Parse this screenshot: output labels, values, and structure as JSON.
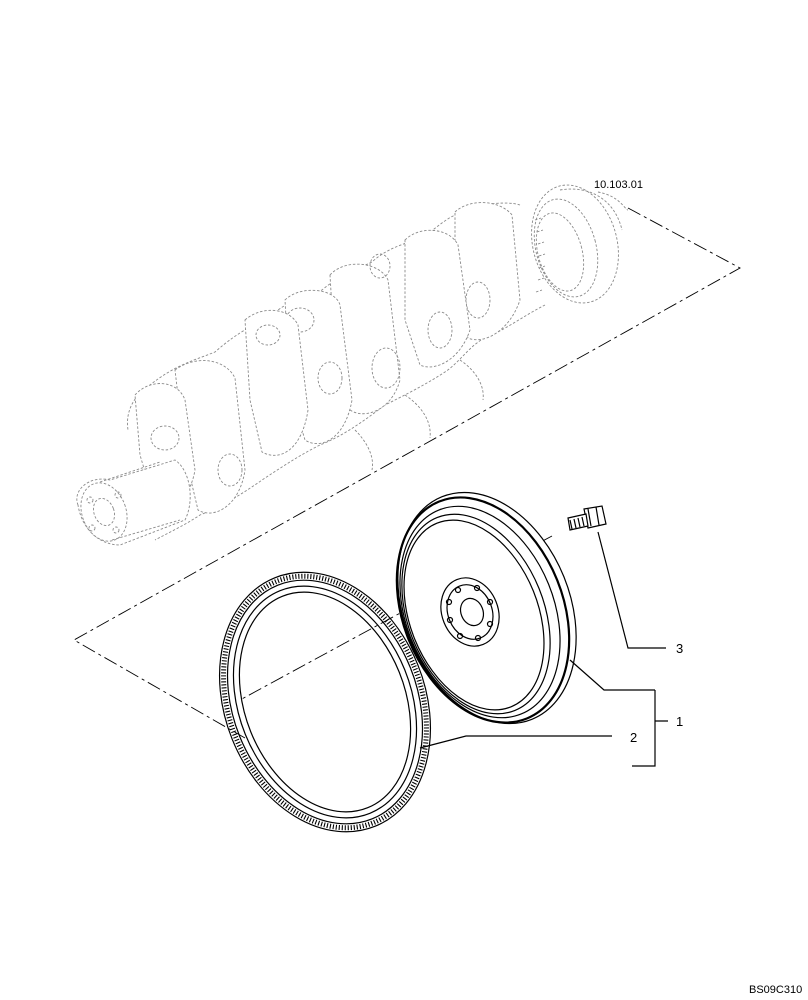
{
  "diagram": {
    "reference_label": "10.103.01",
    "callouts": [
      {
        "id": "1",
        "text": "1"
      },
      {
        "id": "2",
        "text": "2"
      },
      {
        "id": "3",
        "text": "3"
      }
    ],
    "figure_code": "BS09C310"
  },
  "parts": {
    "crankshaft": "crankshaft-ghost",
    "flywheel": "flywheel",
    "ring_gear": "ring-gear",
    "bolt": "flywheel-bolt"
  }
}
